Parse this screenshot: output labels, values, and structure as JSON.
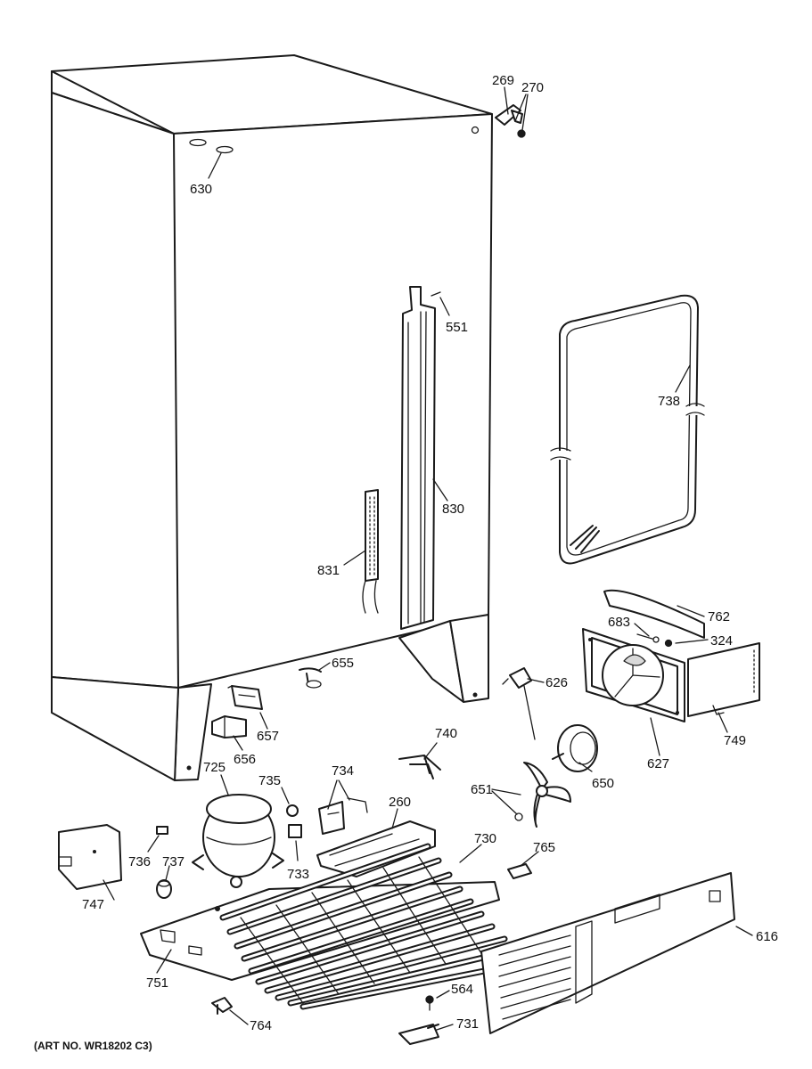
{
  "caption": "(ART NO. WR18202 C3)",
  "parts": {
    "p269": "269",
    "p270": "270",
    "p630": "630",
    "p551": "551",
    "p738": "738",
    "p830": "830",
    "p831": "831",
    "p762": "762",
    "p683": "683",
    "p324": "324",
    "p655": "655",
    "p626": "626",
    "p657": "657",
    "p656": "656",
    "p740": "740",
    "p627": "627",
    "p749": "749",
    "p725": "725",
    "p735": "735",
    "p734": "734",
    "p651": "651",
    "p650": "650",
    "p260": "260",
    "p730": "730",
    "p765": "765",
    "p736": "736",
    "p737": "737",
    "p733": "733",
    "p747": "747",
    "p616": "616",
    "p751": "751",
    "p564": "564",
    "p731": "731",
    "p764": "764"
  }
}
